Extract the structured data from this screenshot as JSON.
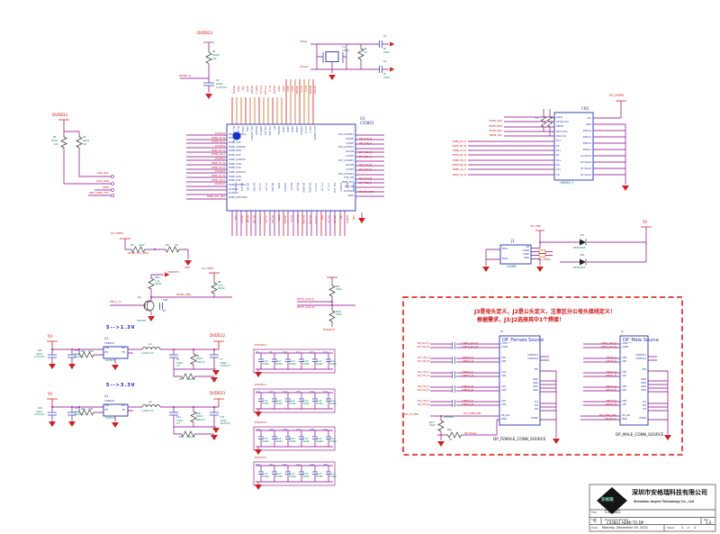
{
  "reset": {
    "rail": "DVDD33",
    "net": "RESET_N",
    "r_ref": "R1",
    "r_pkg": "R0402",
    "r_val": "10K",
    "c_ref": "C3",
    "c_pkg": "C0402",
    "c_val": "0.1UF/16V"
  },
  "cfg": {
    "rail": "DVDD33",
    "r1_ref": "R5",
    "r1_pkg": "R0402",
    "r1_val": "10K",
    "r2_ref": "R4",
    "r2_pkg": "R0402",
    "r2_val": "10K",
    "net_scl": "CFG_SCL",
    "net_sda": "CFG_SDA",
    "net_gnd": "GND",
    "net_adf": "ADF_UNIT_TH1"
  },
  "xtal": {
    "net_in": "XTALI",
    "net_out": "XTALO",
    "y_ref": "Y1",
    "y_val": "27MHz",
    "r_ref": "R2",
    "r_val": "1M",
    "c1_ref": "C1",
    "c1_val": "NF",
    "c1_pkg": "C0402",
    "c2_ref": "C2",
    "c2_val": "NF",
    "c2_pkg": "C0402"
  },
  "ic": {
    "ref": "U1",
    "part": "CS5801",
    "left_pins": [
      "HDMI_DVDD12",
      "HDMI_CKN",
      "HDMI_CKP",
      "HDMI_AVDD33",
      "HDMI_D0N",
      "HDMI_D0P",
      "HDMI_AVDD12",
      "HDMI_D1N",
      "HDMI_D1P",
      "HDMI_AVDD33",
      "HDMI_D2N",
      "HDMI_D2P",
      "HDMI_DVDD12",
      "DVDD12",
      "DVDD12",
      "HDMI_DET(TDP)"
    ],
    "left_nets": [
      "DVDD12",
      "HDMI_CK_N",
      "HDMI_CK_P",
      "DVDD33",
      "HDMI_D0_N",
      "HDMI_D0_P",
      "DVDD12",
      "HDMI_D1_N",
      "HDMI_D1_P",
      "DVDD33",
      "HDMI_D2_N",
      "HDMI_D2_P",
      "DVDD12",
      "",
      "",
      "HDMI_5VC_DET"
    ],
    "right_pins": [
      "GTX_AVDD12",
      "GTX0N",
      "GTX0P",
      "GTX_AVDD12",
      "GTX1N",
      "GTX1P",
      "GTX_AVDD33",
      "GTX2N",
      "GTX2P",
      "GTX_AVDD12",
      "VDD_ON",
      "PWM_OUT",
      "BKL_EN",
      "DVDD12",
      "xPAD"
    ],
    "right_nets": [
      "",
      "DP_TX0_N",
      "DP_TX0_P",
      "",
      "DP_TX1_N",
      "DP_TX1_P",
      "",
      "DP_TX2_N",
      "DP_TX2_P",
      "",
      "DP_TX3_N",
      "DP_TX3_P",
      "",
      "DP_TX_HPD",
      ""
    ],
    "top_pins": [
      "PLL_AVDD12_PL",
      "PLL_DVDD12",
      "XTALO",
      "XTALI",
      "OSC_AVDD33",
      "DVDD33",
      "RESET_N",
      "CFG_SCL",
      "CFG_SDA",
      "INT",
      "DVDD12",
      "GPIO1",
      "GPIO2",
      "GPIO3",
      "GPIO4",
      "DVDD33",
      "AUX_N",
      "AUX_P",
      "GTX_AVDD33"
    ],
    "top_nets": [
      "DVDD12",
      "XTALO",
      "XTALI",
      "OSC33",
      "DVDD33",
      "RESET_N",
      "CFG_SCL",
      "CFG_SDA",
      "INT_N",
      "DVDD12",
      "GPIO1",
      "GPIO2",
      "GPIO3",
      "GPIO4",
      "DVDD33",
      "AUX_N",
      "AUX_P",
      "DVDD12",
      "DVDD33"
    ],
    "bottom_pins": [
      "DVDD12",
      "I2S_SCK",
      "I2S_WS",
      "I2S_SD0",
      "I2S_SD1",
      "I2S_SD2",
      "I2S_SD3",
      "SPDIF",
      "DVDD33",
      "SPI_CS",
      "SPI_CLK",
      "SPI_MISO",
      "SPI_MOSI",
      "DVDD12",
      "VGA_HS",
      "VGA_VS",
      "DAC_OUT",
      "AVDD33",
      "REXT",
      "DVDD12"
    ],
    "bottom_nets": [
      "GND",
      "I2S_SCK",
      "I2S_WS",
      "I2S_SD0",
      "I2S_SD1",
      "I2S_SD2",
      "I2S_SD3",
      "SPDIF",
      "DVDD33",
      "SPI_CS",
      "SPI_CLK",
      "SPI_MISO",
      "SPI_MOSI",
      "DVDD12",
      "GND",
      "VGA_HS",
      "VGA_VS",
      "DAC",
      "AVDD33",
      "GND"
    ]
  },
  "hdmi": {
    "ref": "CN1",
    "name": "HDMIA_F",
    "rail": "5V_HDMI",
    "r_val": "47K",
    "pins_left": [
      "Utility",
      "CE-Remote",
      "HPDET",
      "DDC DATA",
      "DDC CLK",
      "D2+",
      "D2-",
      "D1+",
      "D1-",
      "D0+",
      "D0-",
      "CK+",
      "CK-"
    ],
    "pins_right": [
      "+5V",
      "GND",
      "SHELL4",
      "SHELL3",
      "SHELL2",
      "SHELL1",
      "CK Shield",
      "D0 Shield",
      "D1 Shield",
      "D2 Shield"
    ],
    "nets_upper": [
      "HDMI_CEC",
      "HDMI_HPD",
      "HDMI_SDA",
      "HDMI_SCL"
    ],
    "nets_lower": [
      "HDMI_D2_P",
      "HDMI_D2_N",
      "HDMI_D1_P",
      "HDMI_D1_N",
      "HDMI_D0_P",
      "HDMI_D0_N",
      "HDMI_CK_P",
      "HDMI_CK_N"
    ]
  },
  "usb": {
    "ref": "J1",
    "name": "USWB",
    "rail_top": "5V_USB",
    "rail_5v": "5V",
    "net_d2": "5V_HDMI",
    "pins_left": [
      "MH1",
      "MH2"
    ],
    "pins_right": [
      "VB",
      "USBM",
      "USBP",
      "GND"
    ],
    "d1_ref": "D1",
    "d1_part": "B5819WS",
    "d2_ref": "D2",
    "d2_part": "B5819WS"
  },
  "hpd": {
    "rail": "5V_HDMI",
    "r3_ref": "R3",
    "r3_val": "100K",
    "r5_ref": "R5",
    "r5_val": "1M",
    "net_det": "HDMI_5VC_DET",
    "gnd": "GND",
    "rail_dvdd": "DVDD33",
    "r63_ref": "R63",
    "r63_val": "2.2K",
    "r63_pkg": "R0402",
    "q_ref": "Q1",
    "q_part": "2N7002",
    "c_ref": "C48",
    "c_val": "NF",
    "net_gate": "HPD_T_L1",
    "rail_r8": "5V_HDMI",
    "r8_ref": "R8",
    "r8_val": "2.2K",
    "r8_pkg": "R0402",
    "net_hpd": "HDMI_HPD"
  },
  "aux": {
    "r9_ref": "R9",
    "r9_val": "100K",
    "r10_ref": "R10",
    "r10_val": "100K",
    "net_p": "DPTX_AUX_P",
    "net_n": "DPTX_AUX_N",
    "rail": "DVDD33"
  },
  "u_pins": {
    "vin": "VIN",
    "en": "EN",
    "sw": "SW",
    "fb": "FB"
  },
  "reg13": {
    "title": "5-->1.3V",
    "rail_in": "5V",
    "rail_out": "DVDD12",
    "cin1_ref": "C45",
    "cin1_pkg": "C0402",
    "cin1_val": "4.7UF/10V",
    "cin2_ref": "C46",
    "cin2_pkg": "C0402",
    "cin2_val": "0.1UF/16V",
    "ren_ref": "R13",
    "ren_val": "100K",
    "u_ref": "U3",
    "u_part": "TD6810",
    "u_pkg": "SOT23-5",
    "l_ref": "L1",
    "l_val": "2.2uH/1.5A",
    "cmid_ref": "C6",
    "cmid_pkg": "C0402",
    "cmid_val": "1uF",
    "rfb_ref": "R6",
    "rfb_pkg": "R0402",
    "rfb_val": "100K/1%",
    "rfb2_ref": "R7",
    "rfb2_val": "100K/1%",
    "cout_ref": "C7",
    "cout_pkg": "C0603",
    "cout_val": "10UF/6.3V"
  },
  "reg33": {
    "title": "5-->3.3V",
    "rail_in": "5V",
    "rail_out": "DVDD33",
    "cin1_ref": "C29",
    "cin1_pkg": "C0402",
    "cin1_val": "4.7UF/16V",
    "cin2_ref": "C30",
    "cin2_pkg": "C0402",
    "cin2_val": "0.1UF/16V",
    "ren_ref": "R14",
    "ren_val": "100K",
    "u_ref": "U2",
    "u_part": "TD6810",
    "u_pkg": "SOT23-5",
    "l_ref": "L2",
    "l_val": "2.2uH/1.5A",
    "cmid_ref": "C31",
    "cmid_pkg": "C0402",
    "cmid_val": "1uF",
    "rfb_ref": "R16",
    "rfb_pkg": "R0402",
    "rfb_val": "680K/1%",
    "rfb2_ref": "R19",
    "rfb2_val": "100K/1%",
    "cout_ref": "C33",
    "cout_pkg": "C0603",
    "cout_val": "10UF/6.3V"
  },
  "cap_banks": {
    "rows": [
      {
        "rail": "DVDD12",
        "caps": [
          {
            "ref": "C8",
            "val": "4.7uF",
            "pkg": "C0402"
          },
          {
            "ref": "C9",
            "val": "0.1uF",
            "pkg": "C0402"
          },
          {
            "ref": "C10",
            "val": "0.1uF",
            "pkg": "C0402"
          },
          {
            "ref": "C11",
            "val": "0.1uF",
            "pkg": "C0402"
          },
          {
            "ref": "C12",
            "val": "0.1uF",
            "pkg": "C0402"
          },
          {
            "ref": "C13",
            "val": "0.1uF",
            "pkg": "C0402"
          }
        ]
      },
      {
        "rail": "DVDD12",
        "caps": [
          {
            "ref": "C22",
            "val": "4.7uF",
            "pkg": "C0402"
          },
          {
            "ref": "C23",
            "val": "0.1uF",
            "pkg": "C0402"
          },
          {
            "ref": "C24",
            "val": "0.1uF",
            "pkg": "C0402"
          },
          {
            "ref": "C25",
            "val": "0.1uF",
            "pkg": "C0402"
          },
          {
            "ref": "C26",
            "val": "0.1uF",
            "pkg": "C0402"
          },
          {
            "ref": "C27",
            "val": "0.1uF",
            "pkg": "C0402"
          }
        ]
      },
      {
        "rail": "DVDD33",
        "caps": [
          {
            "ref": "C34",
            "val": "4.7uF",
            "pkg": "C0402"
          },
          {
            "ref": "C35",
            "val": "0.1uF",
            "pkg": "C0402"
          },
          {
            "ref": "C36",
            "val": "0.1uF",
            "pkg": "C0402"
          },
          {
            "ref": "C37",
            "val": "0.1uF",
            "pkg": "C0402"
          },
          {
            "ref": "C38",
            "val": "0.1uF",
            "pkg": "C0402"
          },
          {
            "ref": "C39",
            "val": "0.1uF",
            "pkg": "C0402"
          }
        ]
      },
      {
        "rail": "DVDD33",
        "caps": [
          {
            "ref": "C40",
            "val": "4.7uF",
            "pkg": "C0402"
          },
          {
            "ref": "C41",
            "val": "0.1uF",
            "pkg": "C0402"
          },
          {
            "ref": "C42",
            "val": "0.1uF",
            "pkg": "C0402"
          },
          {
            "ref": "C43",
            "val": "0.1uF",
            "pkg": "C0402"
          },
          {
            "ref": "C44",
            "val": "0.1uF",
            "pkg": "C0402"
          },
          {
            "ref": "C45",
            "val": "0.1uF",
            "pkg": "C0402"
          }
        ]
      }
    ]
  },
  "dp": {
    "warning1": "J3是母头定义，J2是公头定义，注意区分公母头接线定义！",
    "warning2": "根据需求，J3/J2选择其中1个焊接！",
    "j3": {
      "ref": "J3",
      "title": "DP_Female Source",
      "label": "DP_FEMALE_CONN_SOURCE",
      "nets_left": [
        "DP_AUX_P",
        "DP_AUX_N",
        "DP_TX0_P",
        "DP_TX0_N",
        "DP_TX1_P",
        "DP_TX1_N",
        "DP_TX2_P",
        "DP_TX2_N",
        "DP_TX3_P",
        "DP_TX3_N"
      ],
      "nets_mid": [
        "CDPTX_AUX_P",
        "CDPTX_AUX_N",
        "CDPTX0_P",
        "CDPTX0_N",
        "CDPTX1_P",
        "CDPTX1_N",
        "CDPTX2_P",
        "CDPTX2_N",
        "CDPTX3_P",
        "CDPTX3_N"
      ],
      "pins_left": [
        "AUXP",
        "AUXN",
        "C0P",
        "C0N",
        "C1P",
        "C1N",
        "C2P",
        "C2N",
        "C3P",
        "C3N",
        "HP_Det",
        "PWR"
      ],
      "pins_right": [
        "CONFIG1",
        "CONFIG2",
        "MH",
        "GND",
        "GND",
        "GND",
        "GND",
        "M1",
        "M2",
        "M3",
        "PGND"
      ],
      "net_hpd_in": "DP_TX_HPD",
      "net_hpd": "DP_CONN_HPD",
      "net_pwr": "DP_Power",
      "r17_ref": "R17",
      "r17_val": "100K",
      "d_part": "DM4688",
      "r20_ref": "R20",
      "r20_val": "0R"
    },
    "j2": {
      "ref": "J2",
      "title": "DP_Male Source",
      "label": "DP_MALE_CONN_SOURCE",
      "nets_left": [
        "DPTX_AUX_P",
        "DPTX_AUX_N",
        "DPTX0_P",
        "DPTX0_N",
        "DPTX1_P",
        "DPTX1_N",
        "DPTX2_P",
        "DPTX2_N",
        "DPTX3_P",
        "DPTX3_N",
        "DP_CONN_HPD",
        "DP_Power"
      ],
      "pins_left": [
        "AUXP",
        "AUXN",
        "C0N",
        "C0P",
        "C1N",
        "C1P",
        "C2N",
        "C2P",
        "C3N",
        "C3P",
        "HP_Det",
        "PWR"
      ],
      "pins_right": [
        "CONFIG1",
        "CONFIG2",
        "MH",
        "GND",
        "GND",
        "GND",
        "GND",
        "M1",
        "M2",
        "M3",
        "PGND"
      ]
    }
  },
  "titleblock": {
    "logo": "安格瑞",
    "company_cn": "深圳市安格瑞科技有限公司",
    "company_en": "Shenzhen Angrui Technology Co., Ltd",
    "title_label": "Title",
    "title": "CS5801",
    "size_label": "Size",
    "size": "C",
    "doc_label": "Document Number",
    "doc": "CS5801 HDMI TO DP",
    "rev_label": "Rev",
    "rev": "1.0",
    "date_label": "Date:",
    "date": "Monday, December 19, 2022",
    "sheet_label": "Sheet",
    "sheet": "1",
    "of_label": "of",
    "total": "1"
  }
}
